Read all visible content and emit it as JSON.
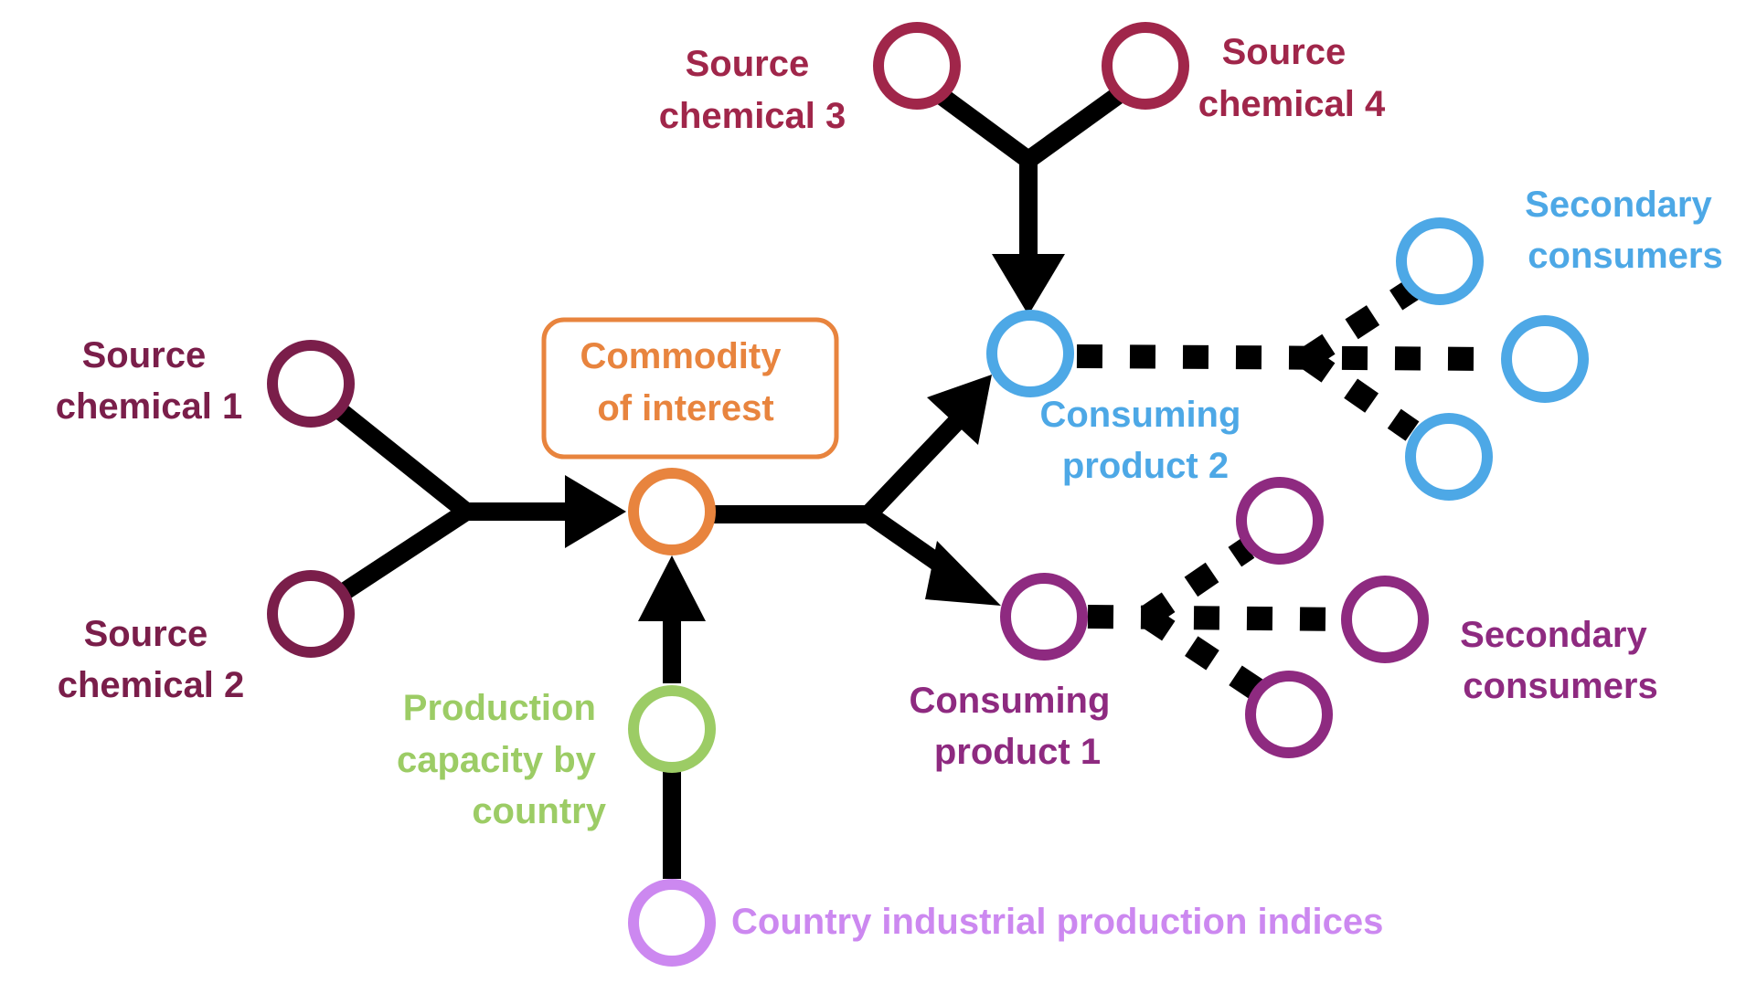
{
  "colors": {
    "source": "#A0264A",
    "source_dark": "#7A1E4A",
    "commodity": "#E8843E",
    "consuming2": "#4DA8E6",
    "consuming1": "#8E2A80",
    "production": "#9CCC65",
    "indices": "#CC88F0",
    "edge": "#000000"
  },
  "labels": {
    "source_chemical_1": [
      "Source",
      "chemical 1"
    ],
    "source_chemical_2": [
      "Source",
      "chemical 2"
    ],
    "source_chemical_3": [
      "Source",
      "chemical 3"
    ],
    "source_chemical_4": [
      "Source",
      "chemical 4"
    ],
    "commodity": [
      "Commodity",
      "of interest"
    ],
    "consuming_product_2": [
      "Consuming",
      "product 2"
    ],
    "consuming_product_1": [
      "Consuming",
      "product 1"
    ],
    "secondary_consumers_top": [
      "Secondary",
      "consumers"
    ],
    "secondary_consumers_bottom": [
      "Secondary",
      "consumers"
    ],
    "production_capacity": [
      "Production",
      "capacity by",
      "country"
    ],
    "country_indices": "Country industrial production indices"
  }
}
